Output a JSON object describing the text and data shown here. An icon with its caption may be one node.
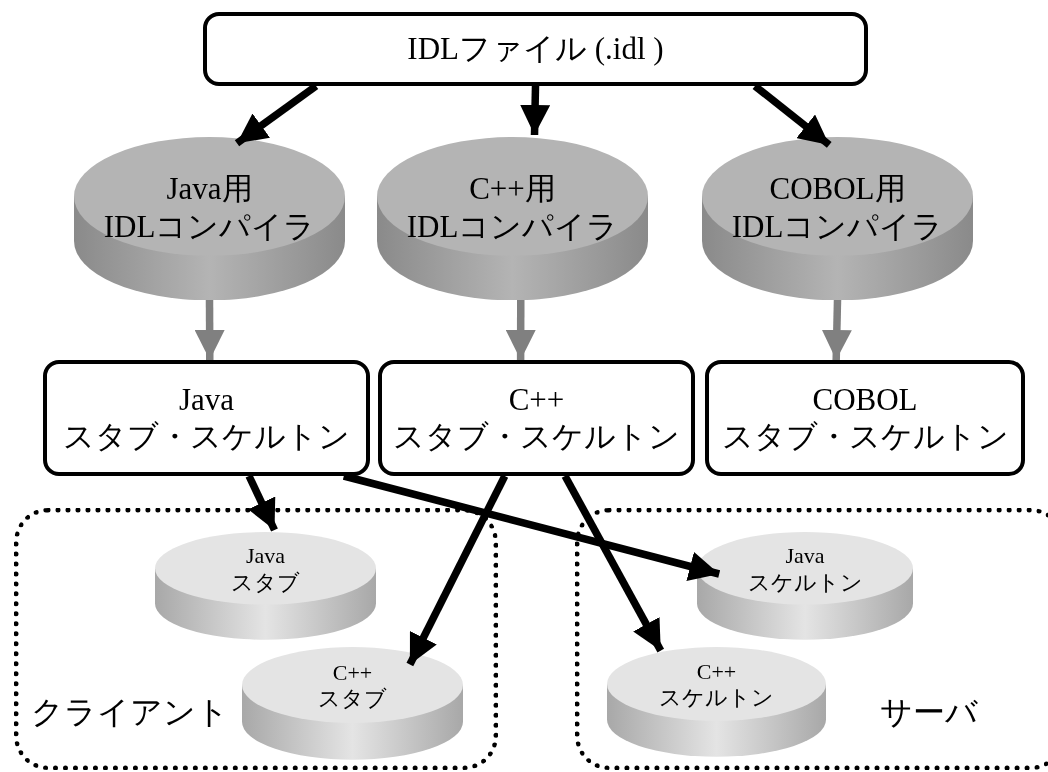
{
  "diagram": {
    "nodes": [
      {
        "text": [
          "IDLファイル (.idl )"
        ]
      },
      {
        "text": [
          "Java用",
          "IDLコンパイラ"
        ]
      },
      {
        "text": [
          "C++用",
          "IDLコンパイラ"
        ]
      },
      {
        "text": [
          "COBOL用",
          "IDLコンパイラ"
        ]
      },
      {
        "text": [
          "Java",
          "スタブ・スケルトン"
        ]
      },
      {
        "text": [
          "C++",
          "スタブ・スケルトン"
        ]
      },
      {
        "text": [
          "COBOL",
          "スタブ・スケルトン"
        ]
      },
      {
        "text": [
          "クライアント"
        ]
      },
      {
        "text": [
          "Java",
          "スタブ"
        ],
        "in": 7
      },
      {
        "text": [
          "C++",
          "スタブ"
        ],
        "in": 7
      },
      {
        "text": [
          "サーバ"
        ]
      },
      {
        "text": [
          "Java",
          "スケルトン"
        ],
        "in": 10
      },
      {
        "text": [
          "C++",
          "スケルトン"
        ],
        "in": 10
      }
    ],
    "edges": [
      {
        "from": 0,
        "to": 1,
        "arrow": "to"
      },
      {
        "from": 0,
        "to": 2,
        "arrow": "to"
      },
      {
        "from": 0,
        "to": 3,
        "arrow": "to"
      },
      {
        "from": 1,
        "to": 4,
        "arrow": "to",
        "color": "#808080"
      },
      {
        "from": 2,
        "to": 5,
        "arrow": "to",
        "color": "#808080"
      },
      {
        "from": 3,
        "to": 6,
        "arrow": "to",
        "color": "#808080"
      },
      {
        "from": 4,
        "to": 8,
        "arrow": "to"
      },
      {
        "from": 4,
        "to": 11,
        "arrow": "to"
      },
      {
        "from": 5,
        "to": 9,
        "arrow": "to"
      },
      {
        "from": 5,
        "to": 12,
        "arrow": "to"
      }
    ]
  }
}
